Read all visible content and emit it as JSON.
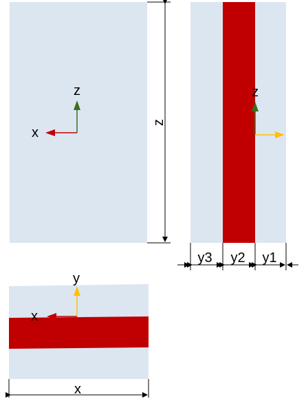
{
  "colors": {
    "panel": "#dce6f1",
    "band": "#c00000",
    "axis_x": "#c00000",
    "axis_y": "#ffc000",
    "axis_z": "#3a6e1f"
  },
  "front_view": {
    "z_axis_label": "z",
    "x_axis_label": "x",
    "height_label": "z"
  },
  "side_view": {
    "z_axis_label": "z",
    "dims": [
      "y3",
      "y2",
      "y1"
    ]
  },
  "top_view": {
    "y_axis_label": "y",
    "x_axis_label": "x",
    "width_label": "x"
  }
}
